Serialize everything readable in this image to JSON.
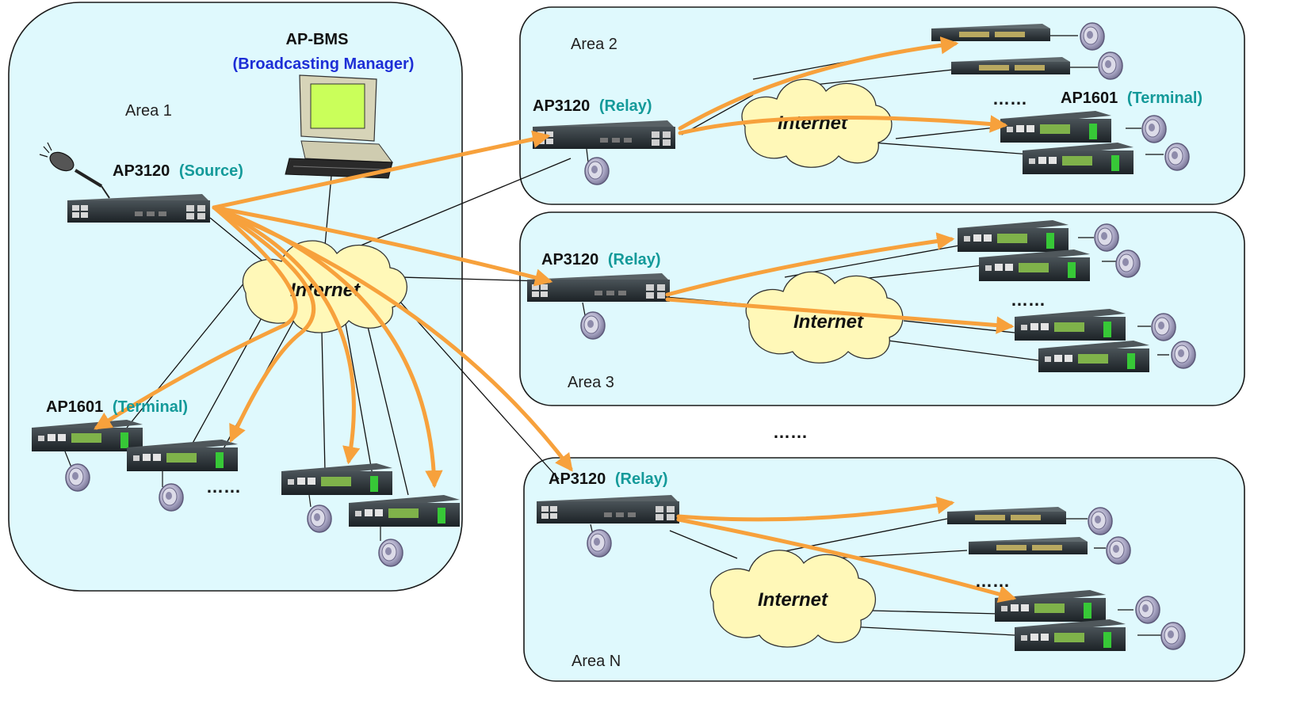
{
  "areas": [
    {
      "name": "Area 1"
    },
    {
      "name": "Area 2"
    },
    {
      "name": "Area 3"
    },
    {
      "name": "Area N"
    }
  ],
  "bms": {
    "title": "AP-BMS",
    "subtitle": "(Broadcasting Manager)"
  },
  "source": {
    "model": "AP3120",
    "role": "(Source)"
  },
  "relay": {
    "model": "AP3120",
    "role": "(Relay)"
  },
  "terminal": {
    "model": "AP1601",
    "role": "(Terminal)"
  },
  "cloud_label": "Internet",
  "ellipsis": "……",
  "colors": {
    "area_fill": "#dff9fd",
    "area_border": "#1a1a1a",
    "arrow": "#f7a13c",
    "role_text": "#149a9a",
    "bms_subtitle": "#1d2ed6",
    "cloud_fill": "#fff8b8",
    "device": "#2b3236"
  }
}
